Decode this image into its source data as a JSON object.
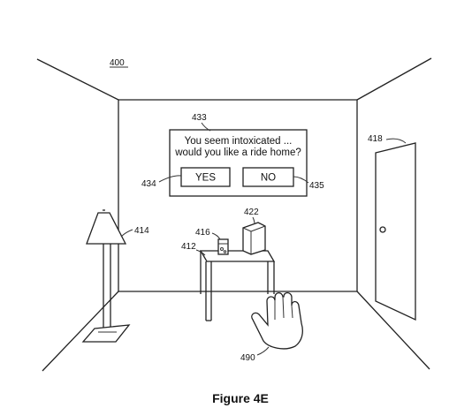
{
  "figure": {
    "number": "400",
    "caption": "Figure 4E"
  },
  "dialog": {
    "ref": "433",
    "message_line1": "You seem intoxicated ...",
    "message_line2": "would you like a ride home?",
    "yes_label": "YES",
    "no_label": "NO",
    "yes_ref": "434",
    "no_ref": "435"
  },
  "labels": {
    "lamp": "414",
    "drink": "416",
    "table": "412",
    "device": "422",
    "door": "418",
    "hand": "490"
  }
}
